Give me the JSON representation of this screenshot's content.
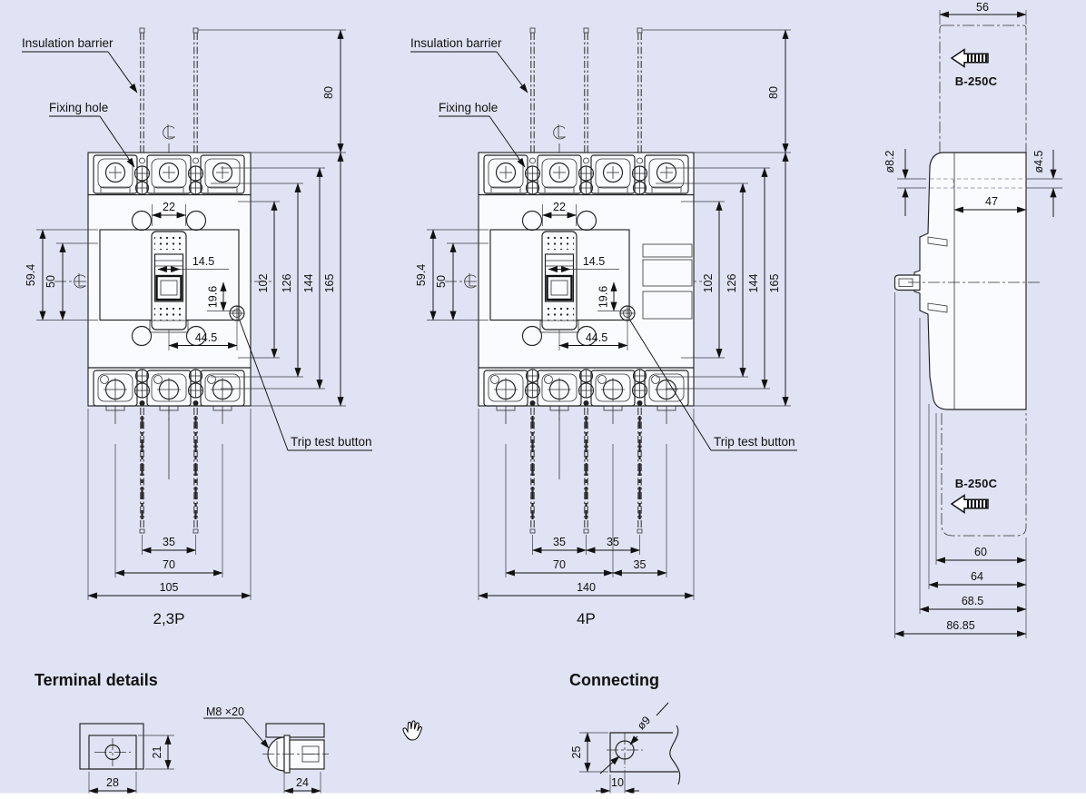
{
  "colors": {
    "background": "#e0e3f3",
    "ink": "#1a1a1a"
  },
  "labels": {
    "insulation_barrier": "Insulation barrier",
    "fixing_hole": "Fixing hole",
    "trip_test_button": "Trip test button"
  },
  "front_dims": {
    "barrier_height": "80",
    "top_pitch": "22",
    "handle_width": "14.5",
    "trip_offset_v": "19.6",
    "trip_offset_h": "44.5",
    "face_outer": "59.4",
    "face_inner": "50",
    "v102": "102",
    "v126": "126",
    "v144": "144",
    "v165": "165"
  },
  "view_23p": {
    "caption": "2,3P",
    "bottom_dims": [
      "35",
      "70",
      "105"
    ]
  },
  "view_4p": {
    "caption": "4P",
    "bottom_dims": [
      "35",
      "35",
      "70",
      "35",
      "140"
    ]
  },
  "side_view": {
    "model": "B-250C",
    "top_width": "56",
    "front_hole": "ø8.2",
    "rear_hole": "ø4.5",
    "inner_depth": "47",
    "depth_dims": [
      "60",
      "64",
      "68.5",
      "86.85"
    ]
  },
  "terminal_details": {
    "title": "Terminal details",
    "bolt_spec": "M8 ×20",
    "width": "28",
    "height": "21",
    "depth": "24"
  },
  "connecting": {
    "title": "Connecting",
    "hole": "ø9",
    "height": "25",
    "width": "10"
  }
}
